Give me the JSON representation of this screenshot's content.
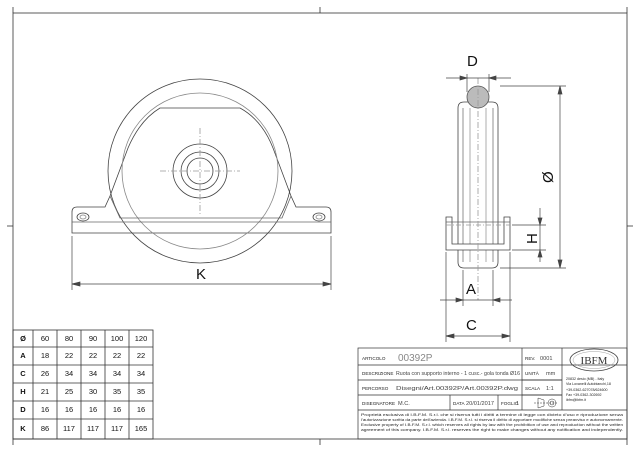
{
  "drawing": {
    "dimensions": {
      "k": "K",
      "d": "D",
      "diameter": "Ø",
      "h": "H",
      "a": "A",
      "c": "C"
    }
  },
  "table": {
    "header": [
      "Ø",
      "60",
      "80",
      "90",
      "100",
      "120"
    ],
    "rows": [
      {
        "label": "A",
        "values": [
          "18",
          "22",
          "22",
          "22",
          "22"
        ]
      },
      {
        "label": "C",
        "values": [
          "26",
          "34",
          "34",
          "34",
          "34"
        ]
      },
      {
        "label": "H",
        "values": [
          "21",
          "25",
          "30",
          "35",
          "35"
        ]
      },
      {
        "label": "D",
        "values": [
          "16",
          "16",
          "16",
          "16",
          "16"
        ]
      },
      {
        "label": "K",
        "values": [
          "86",
          "117",
          "117",
          "117",
          "165"
        ]
      }
    ]
  },
  "title_block": {
    "articolo_label": "ARTICOLO",
    "articolo_value": "00392P",
    "rev_label": "REV.",
    "rev_value": "0001",
    "descrizione_label": "DESCRIZIONE",
    "descrizione_value": "Ruota con supporto interno - 1 cusc.- gola tonda Ø16",
    "unita_label": "UNITÀ",
    "unita_value": "mm",
    "percorso_label": "PERCORSO",
    "percorso_value": "Disegni/Art.00392P/Art.00392P.dwg",
    "scala_label": "SCALA",
    "scala_value": "1:1",
    "disegnatore_label": "DISEGNATORE",
    "disegnatore_value": "M.C.",
    "data_label": "DATA",
    "data_value": "20/01/2017",
    "foglio_label": "FOGLIO",
    "foglio_value": "1",
    "logo_text": "IBFM",
    "company_lines": [
      "20832 desio (MB) - Italy",
      "Via Lovanelli Autobianchi,18",
      "+39-0362-627078/624600",
      "Fax +39-0362-302692",
      "ibfm@ibfm.it"
    ],
    "disclaimer_lines": [
      "Proprietà esclusiva di I.B.F.M. S.r.l. che si riserva tutti i diritti a termine di legge con divieto d'uso e riproduzione senza",
      "l'autorizzazione scritta da parte dell'azienda. I.B.F.M. S.r.l. si riserva il diritto di apportare modifiche senza preavviso e autonomamente.",
      "Exclusive property of I.B.F.M. S.r.l. which reserves all rights by law with the prohibition of use and reproduction without the written",
      "agreement of this company. I.B.F.M. S.r.l. reserves the right to make changes without any notification and independently."
    ]
  }
}
